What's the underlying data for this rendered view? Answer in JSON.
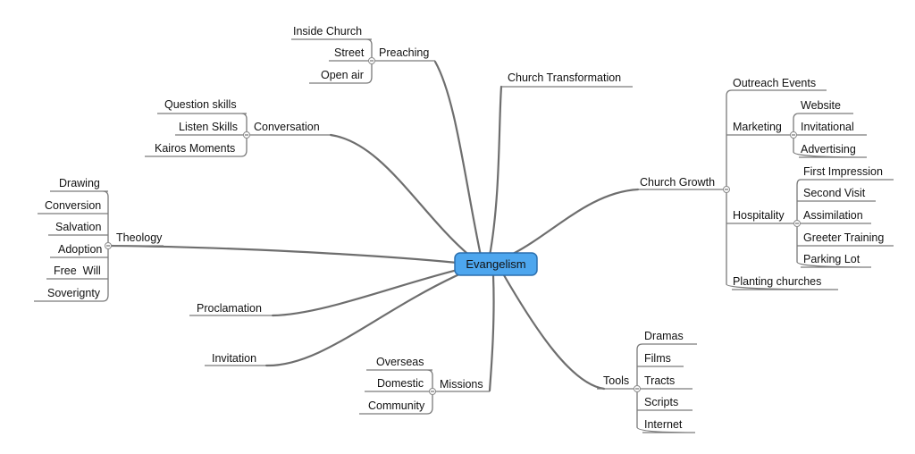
{
  "central": "Evangelism",
  "branches": {
    "preaching": {
      "label": "Preaching",
      "children": [
        "Inside Church",
        "Street",
        "Open air"
      ]
    },
    "church_transformation": {
      "label": "Church Transformation"
    },
    "conversation": {
      "label": "Conversation",
      "children": [
        "Question skills",
        "Listen Skills",
        "Kairos Moments"
      ]
    },
    "theology": {
      "label": "Theology",
      "children": [
        "Drawing",
        "Conversion",
        "Salvation",
        "Adoption",
        "Free  Will",
        "Soverignty"
      ]
    },
    "proclamation": {
      "label": "Proclamation"
    },
    "invitation": {
      "label": "Invitation"
    },
    "missions": {
      "label": "Missions",
      "children": [
        "Overseas",
        "Domestic",
        "Community"
      ]
    },
    "tools": {
      "label": "Tools",
      "children": [
        "Dramas",
        "Films",
        "Tracts",
        "Scripts",
        "Internet"
      ]
    },
    "church_growth": {
      "label": "Church Growth",
      "outreach_events": "Outreach Events",
      "marketing": {
        "label": "Marketing",
        "children": [
          "Website",
          "Invitational",
          "Advertising"
        ]
      },
      "hospitality": {
        "label": "Hospitality",
        "children": [
          "First Impression",
          "Second Visit",
          "Assimilation",
          "Greeter Training",
          "Parking Lot"
        ]
      },
      "planting_churches": "Planting churches"
    }
  },
  "colors": {
    "central_fill": "#4da6ee",
    "central_border": "#2b6fae",
    "line": "#6e6e6e"
  }
}
